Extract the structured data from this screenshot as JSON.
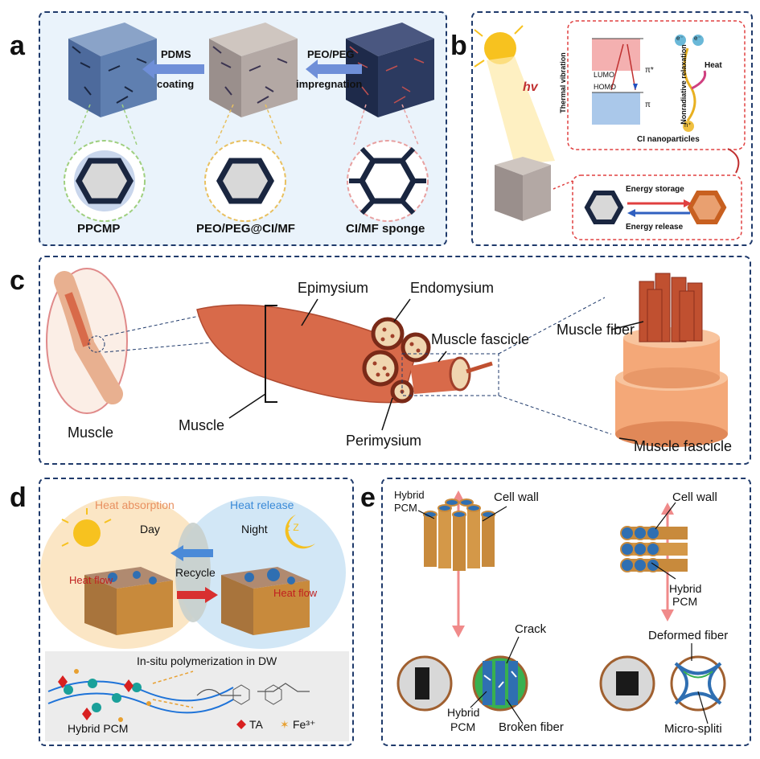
{
  "panels": {
    "a": {
      "label": "a",
      "step1_top": "PDMS",
      "step1_bottom": "coating",
      "step2_top": "PEO/PEG",
      "step2_bottom": "impregnation",
      "names": [
        "PPCMP",
        "PEO/PEG@CI/MF",
        "CI/MF sponge"
      ]
    },
    "b": {
      "label": "b",
      "hv": "hv",
      "thermal": "Thermal vibration",
      "lumo": "LUMO",
      "homo": "HOMO",
      "pi_star": "π*",
      "pi": "π",
      "nonrad": "Nonradiative relaxation",
      "heat": "Heat",
      "e1": "e⁻",
      "e2": "e⁻",
      "hplus": "h⁺",
      "ci": "CI nanoparticles",
      "storage": "Energy storage",
      "release": "Energy release"
    },
    "c": {
      "label": "c",
      "muscle_icon": "Muscle",
      "muscle": "Muscle",
      "epimysium": "Epimysium",
      "endomysium": "Endomysium",
      "fascicle": "Muscle fascicle",
      "perimysium": "Perimysium",
      "fiber": "Muscle fiber",
      "fascicle2": "Muscle fascicle"
    },
    "d": {
      "label": "d",
      "heat_abs": "Heat absorption",
      "heat_rel": "Heat release",
      "day": "Day",
      "night": "Night",
      "recycle": "Recycle",
      "heat_flow1": "Heat flow",
      "heat_flow2": "Heat flow",
      "insitu": "In-situ polymerization in DW",
      "hybrid": "Hybrid PCM",
      "ta": "TA",
      "fe": "Fe³⁺"
    },
    "e": {
      "label": "e",
      "hybrid_l1": "Hybrid",
      "hybrid_l2": "PCM",
      "cellwall_l": "Cell wall",
      "cellwall_r": "Cell wall",
      "hybrid_r1": "Hybrid",
      "hybrid_r2": "PCM",
      "crack": "Crack",
      "hybrid_b1": "Hybrid",
      "hybrid_b2": "PCM",
      "broken": "Broken fiber",
      "deformed": "Deformed fiber",
      "micro": "Micro-spliti"
    }
  },
  "colors": {
    "border": "#1f3a6b",
    "muscle": "#d86a4a",
    "muscle_dark": "#8a2e1c",
    "wood": "#c88a3c",
    "pcm_blue": "#2f6fb2",
    "arrow_pink": "#f08a8a"
  }
}
